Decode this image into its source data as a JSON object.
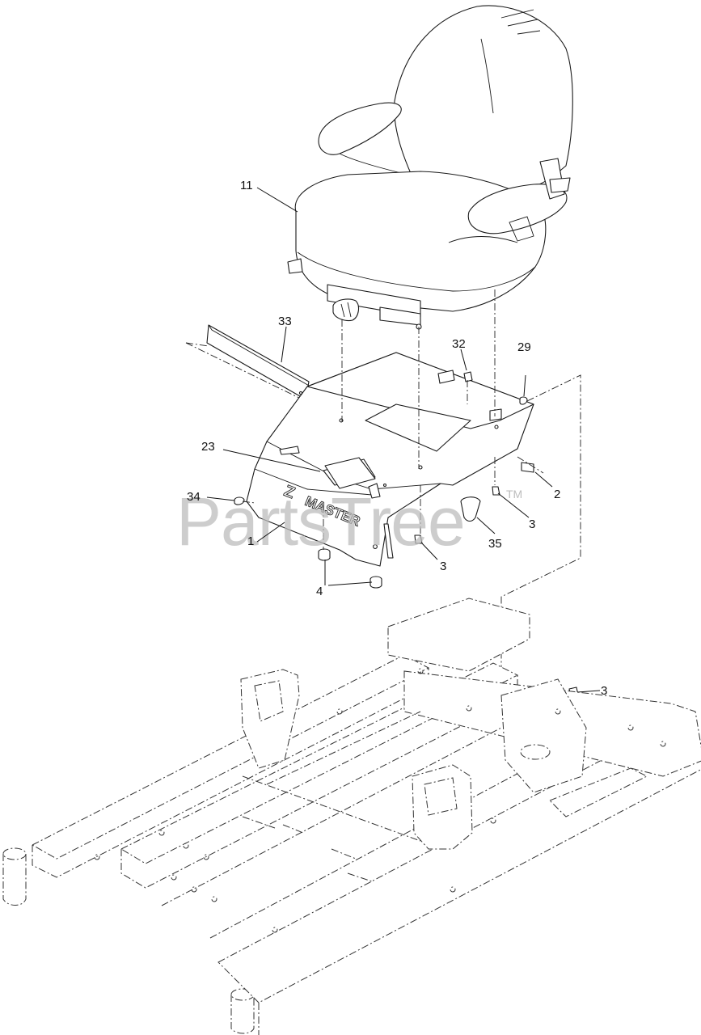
{
  "watermark": {
    "text": "PartsTree",
    "trademark": "TM"
  },
  "seat_plate_logo": {
    "letter": "Z",
    "text": "MASTER"
  },
  "callouts": [
    {
      "id": "c11",
      "label": "11"
    },
    {
      "id": "c33",
      "label": "33"
    },
    {
      "id": "c32",
      "label": "32"
    },
    {
      "id": "c29",
      "label": "29"
    },
    {
      "id": "c23",
      "label": "23"
    },
    {
      "id": "c2",
      "label": "2"
    },
    {
      "id": "c34",
      "label": "34"
    },
    {
      "id": "c3a",
      "label": "3"
    },
    {
      "id": "c1",
      "label": "1"
    },
    {
      "id": "c35",
      "label": "35"
    },
    {
      "id": "c3b",
      "label": "3"
    },
    {
      "id": "c4",
      "label": "4"
    },
    {
      "id": "c3c",
      "label": "3"
    }
  ]
}
